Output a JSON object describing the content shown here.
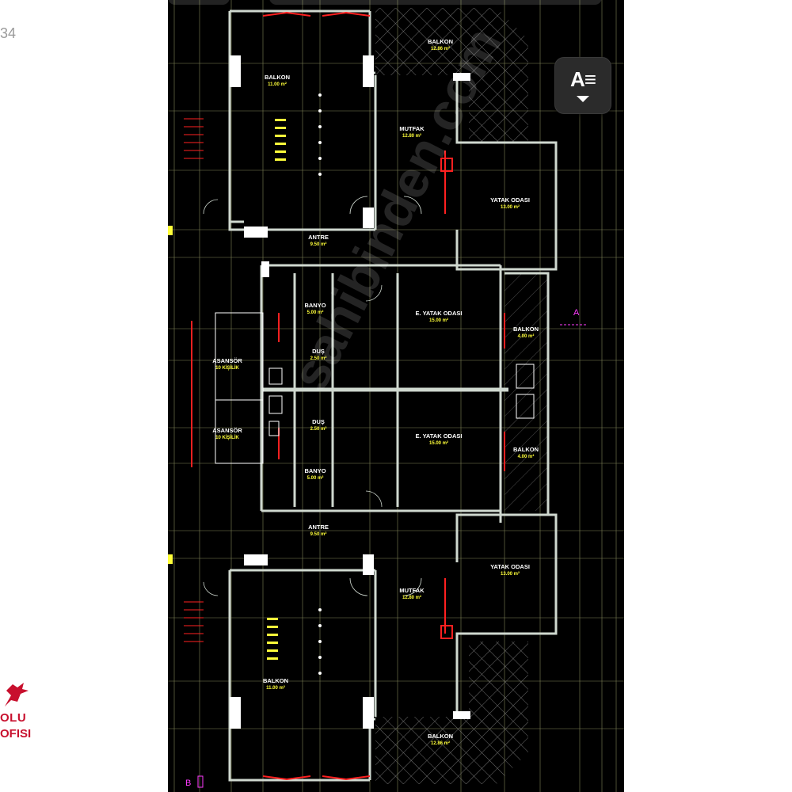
{
  "page": {
    "number_label": "34"
  },
  "brand": {
    "line1": "OLU",
    "line2": "OFISI",
    "line3": ""
  },
  "watermark": {
    "text": "sahibinden.com"
  },
  "font_button": {
    "glyph": "A",
    "icon": "text-size-icon"
  },
  "plan": {
    "axis_a": "A",
    "axis_b": "B",
    "rooms": {
      "balkon_top_right": {
        "name": "BALKON",
        "area": "12.86 m²"
      },
      "balkon_top_left": {
        "name": "BALKON",
        "area": "11.00 m²"
      },
      "mutfak_top": {
        "name": "MUTFAK",
        "area": "12.80 m²"
      },
      "yatak_odasi_top": {
        "name": "YATAK ODASI",
        "area": "13.00 m²"
      },
      "antre_top": {
        "name": "ANTRE",
        "area": "9.50 m²"
      },
      "banyo_top": {
        "name": "BANYO",
        "area": "5.00 m²"
      },
      "e_yatak_odasi_top": {
        "name": "E. YATAK ODASI",
        "area": "15.00 m²"
      },
      "balkon_mid_top": {
        "name": "BALKON",
        "area": "4.00 m²"
      },
      "asansor_1": {
        "name": "ASANSÖR",
        "area": "10 KİŞİLİK"
      },
      "dus_1": {
        "name": "DUŞ",
        "area": "2.50 m²"
      },
      "asansor_2": {
        "name": "ASANSÖR",
        "area": "10 KİŞİLİK"
      },
      "dus_2": {
        "name": "DUŞ",
        "area": "2.50 m²"
      },
      "e_yatak_odasi_bottom": {
        "name": "E. YATAK ODASI",
        "area": "15.00 m²"
      },
      "balkon_mid_bottom": {
        "name": "BALKON",
        "area": "4.00 m²"
      },
      "banyo_bottom": {
        "name": "BANYO",
        "area": "5.00 m²"
      },
      "antre_bottom": {
        "name": "ANTRE",
        "area": "9.50 m²"
      },
      "yatak_odasi_bottom": {
        "name": "YATAK ODASI",
        "area": "13.00 m²"
      },
      "mutfak_bottom": {
        "name": "MUTFAK",
        "area": "12.80 m²"
      },
      "balkon_bottom_left": {
        "name": "BALKON",
        "area": "11.00 m²"
      },
      "balkon_bottom_right": {
        "name": "BALKON",
        "area": "12.86 m²"
      }
    }
  },
  "colors": {
    "background": "#000000",
    "wall": "#cfd8cf",
    "grid": "#e9f0a0",
    "red": "#ff2020",
    "yellow": "#ffff3a",
    "magenta": "#ff3cff",
    "hatch": "#8a8a8a",
    "brand": "#c8102e"
  }
}
